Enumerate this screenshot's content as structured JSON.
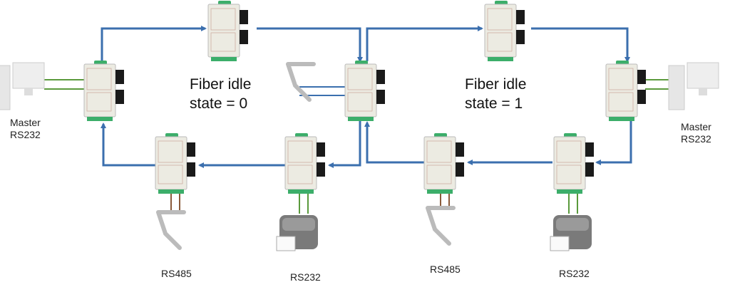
{
  "annotations": {
    "state0_line1": "Fiber idle",
    "state0_line2": "state = 0",
    "state1_line1": "Fiber idle",
    "state1_line2": "state = 1"
  },
  "labels": {
    "master_left_1": "Master",
    "master_left_2": "RS232",
    "master_right_1": "Master",
    "master_right_2": "RS232",
    "rs485_a": "RS485",
    "rs232_a": "RS232",
    "rs485_b": "RS485",
    "rs232_b": "RS232"
  },
  "colors": {
    "fiber_arrow": "#3b6fae",
    "serial_cable": "#5a9a3c",
    "device_body": "#ecebe2",
    "connector": "#3cae6a"
  }
}
